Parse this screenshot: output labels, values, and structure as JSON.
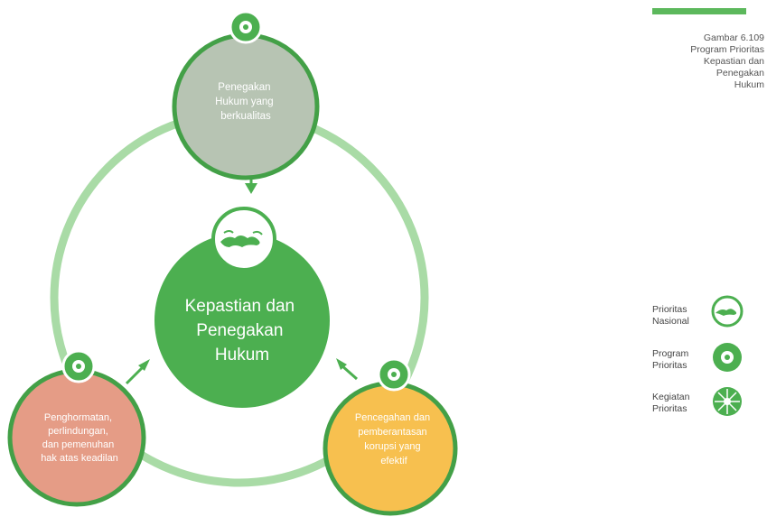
{
  "colors": {
    "ring": "#a9dba6",
    "center": "#4caf50",
    "node_top": "#b7c4b3",
    "node_left": "#e59c86",
    "node_right": "#f7c04f",
    "border": "#43a047"
  },
  "center": {
    "lines": [
      "Kepastian dan",
      "Penegakan",
      "Hukum"
    ],
    "icon": "indonesia-map-icon"
  },
  "nodes": [
    {
      "id": "top",
      "lines": [
        "Penegakan",
        "Hukum yang",
        "berkualitas"
      ],
      "icon": "gear-icon"
    },
    {
      "id": "left",
      "lines": [
        "Penghormatan,",
        "perlindungan,",
        "dan pemenuhan",
        "hak atas keadilan"
      ],
      "icon": "gear-icon"
    },
    {
      "id": "right",
      "lines": [
        "Pencegahan dan",
        "pemberantasan",
        "korupsi yang",
        "efektif"
      ],
      "icon": "gear-icon"
    }
  ],
  "caption": {
    "lines": [
      "Gambar 6.109",
      "Program Prioritas",
      "Kepastian dan",
      "Penegakan",
      "Hukum"
    ]
  },
  "legend": [
    {
      "lines": [
        "Prioritas",
        "Nasional"
      ],
      "icon": "indonesia-map-icon"
    },
    {
      "lines": [
        "Program",
        "Prioritas"
      ],
      "icon": "gear-icon"
    },
    {
      "lines": [
        "Kegiatan",
        "Prioritas"
      ],
      "icon": "sunburst-icon"
    }
  ]
}
